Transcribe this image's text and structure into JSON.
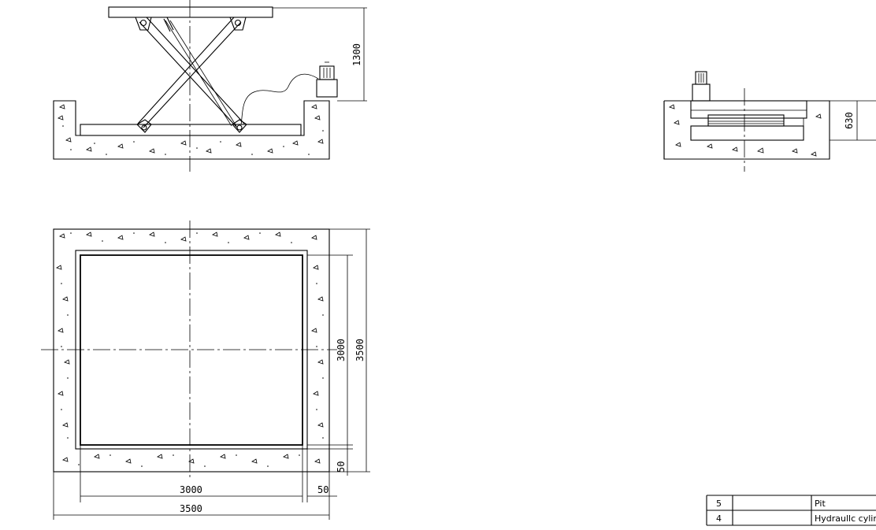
{
  "side_view": {
    "height_dim": "1300"
  },
  "end_view": {
    "height_dim": "630"
  },
  "plan_view": {
    "inner_height_dim": "3000",
    "outer_height_dim": "3500",
    "gap_dim": "50",
    "inner_width_dim": "3000",
    "outer_width_dim": "3500",
    "side_gap_dim": "50"
  },
  "parts_list": {
    "rows": [
      {
        "no": "5",
        "spec": "",
        "name": "Pit"
      },
      {
        "no": "4",
        "spec": "",
        "name": "Hydraullc cylinder"
      }
    ]
  }
}
